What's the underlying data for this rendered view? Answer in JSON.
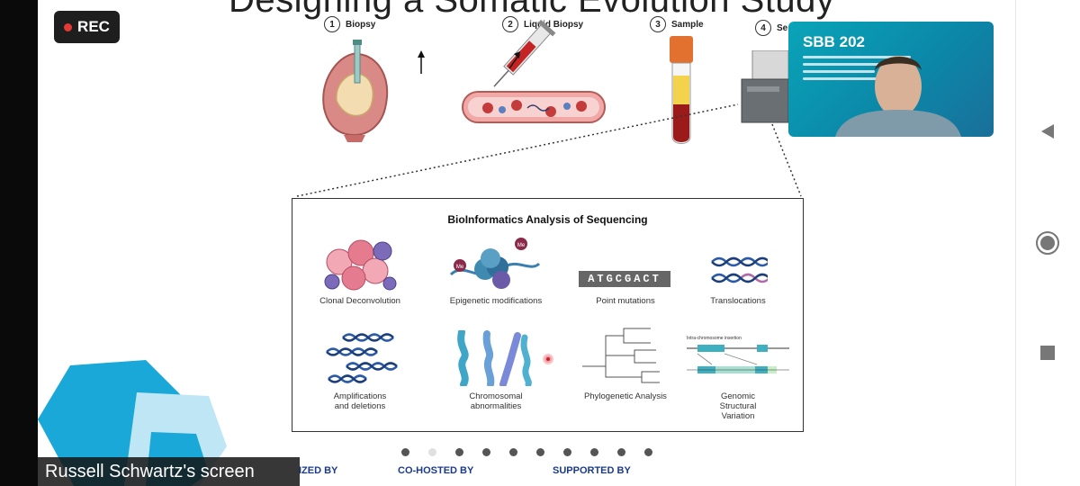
{
  "recording": {
    "label": "REC",
    "dot_color": "#e53935"
  },
  "slide": {
    "title": "Designing a Somatic Evolution Study",
    "steps": [
      {
        "num": "1",
        "label": "Biopsy"
      },
      {
        "num": "2",
        "label": "Liquid Biopsy"
      },
      {
        "num": "3",
        "label": "Sample"
      },
      {
        "num": "4",
        "label": "Se"
      }
    ],
    "analysis": {
      "title": "BioInformatics Analysis of Sequencing",
      "items": [
        {
          "label": "Clonal Deconvolution"
        },
        {
          "label": "Epigenetic modifications"
        },
        {
          "label": "Point mutations"
        },
        {
          "label": "Translocations"
        },
        {
          "label": "Amplifications\nand deletions"
        },
        {
          "label": "Chromosomal\nabnormalities"
        },
        {
          "label": "Phylogenetic Analysis"
        },
        {
          "label": "Genomic\nStructural\nVariation"
        }
      ],
      "dna_letters": "ATGCGACT",
      "me_tag": "Me",
      "sv_caption": "Intra-chromosome insertion"
    },
    "footer": {
      "organized_by": "IZED BY",
      "co_hosted_by": "CO-HOSTED BY",
      "supported_by": "SUPPORTED BY"
    },
    "pager": {
      "count": 10,
      "current": 2
    }
  },
  "webcam": {
    "conference_title": "SBB 202"
  },
  "screen_share": {
    "label": "Russell Schwartz's screen"
  },
  "colors": {
    "accent": "#0aa4b8",
    "footer_blue": "#1b3a8a",
    "dna_blue": "#2a5aa8"
  }
}
